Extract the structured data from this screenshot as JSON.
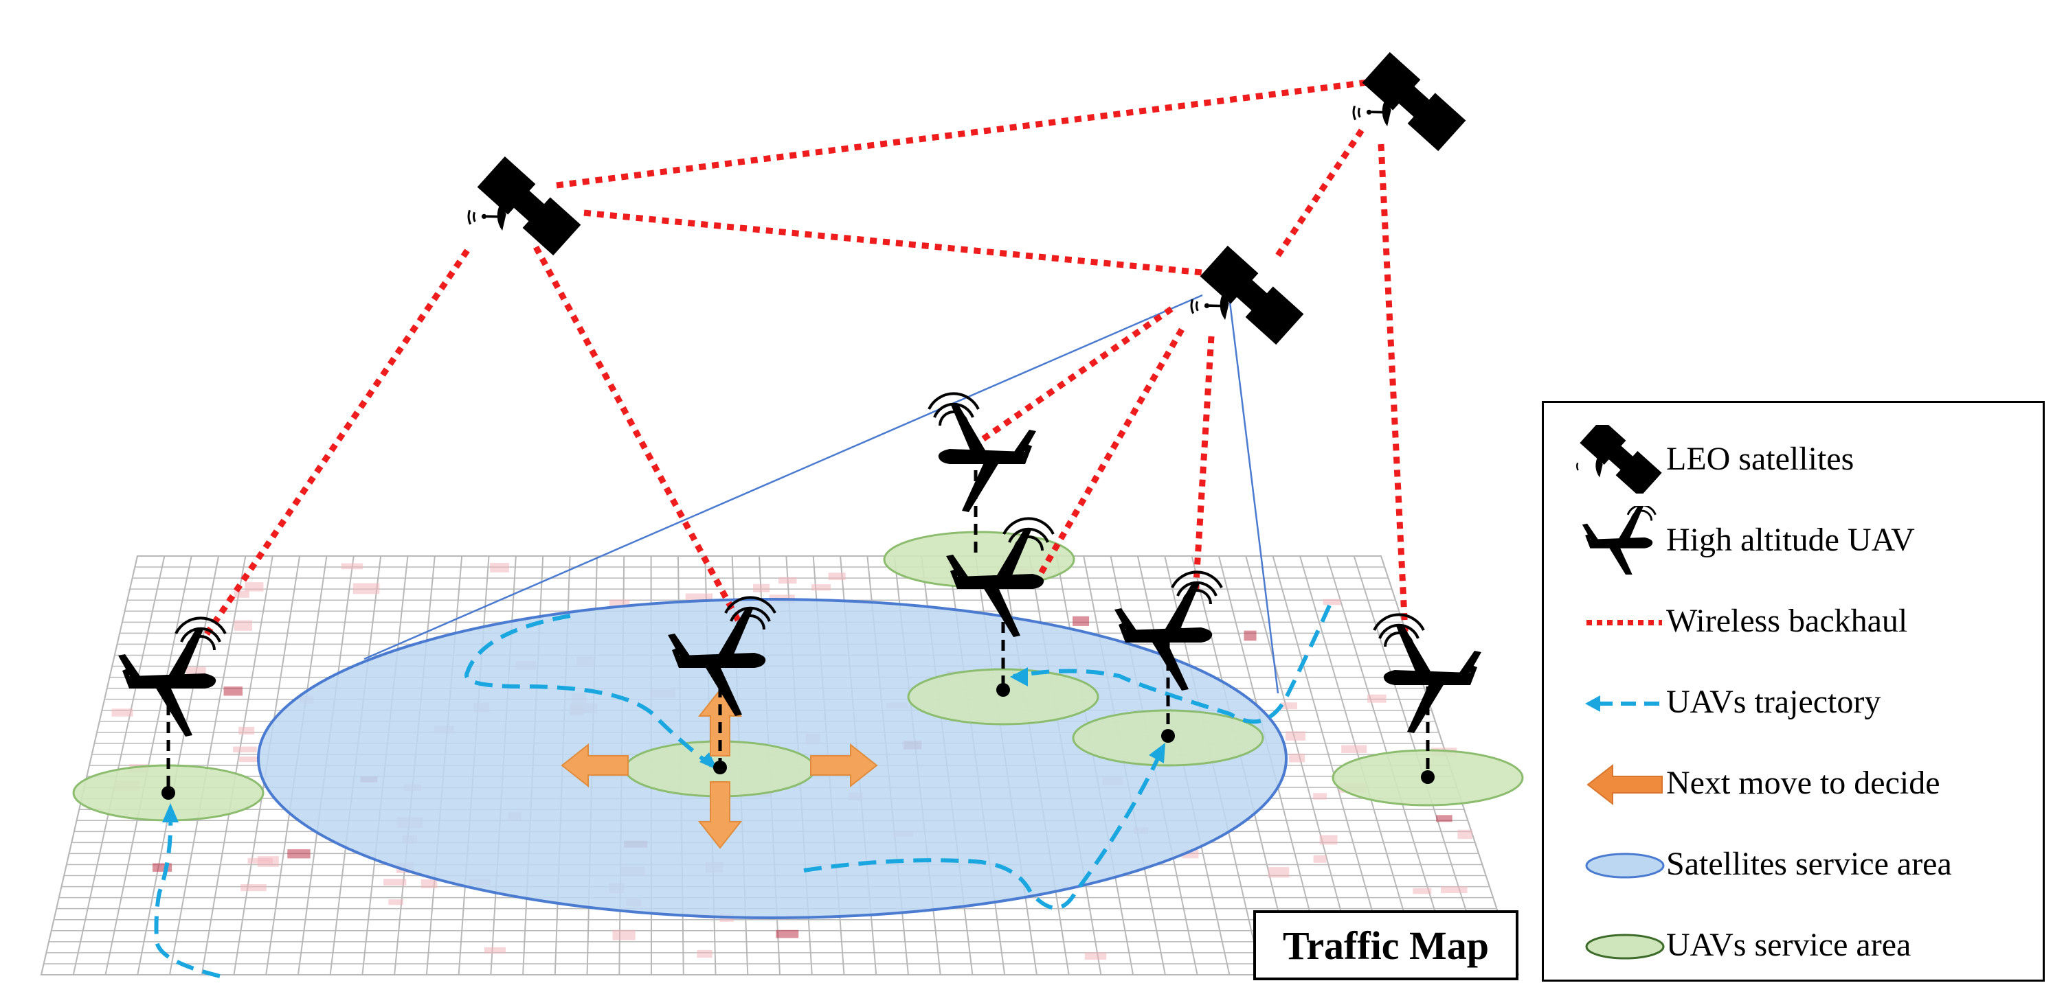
{
  "map_label": "Traffic Map",
  "legend": {
    "items": [
      {
        "label": "LEO satellites",
        "icon": "satellite-icon"
      },
      {
        "label": "High altitude UAV",
        "icon": "uav-icon"
      },
      {
        "label": "Wireless backhaul",
        "icon": "red-dotted-line"
      },
      {
        "label": "UAVs trajectory",
        "icon": "blue-dashed-arrow"
      },
      {
        "label": "Next move to decide",
        "icon": "orange-arrow"
      },
      {
        "label": "Satellites service area",
        "icon": "blue-ellipse"
      },
      {
        "label": "UAVs service area",
        "icon": "green-ellipse"
      }
    ]
  },
  "colors": {
    "backhaul": "#ee1c1c",
    "trajectory": "#1aa7e0",
    "next_move": "#f4a45a",
    "satellite_area_fill": "#bcd7f2",
    "satellite_area_stroke": "#4a7bd0",
    "uav_area_fill": "#cfe5bb",
    "uav_area_stroke": "#8cbc6e",
    "grid_line": "#b9b9b9"
  }
}
